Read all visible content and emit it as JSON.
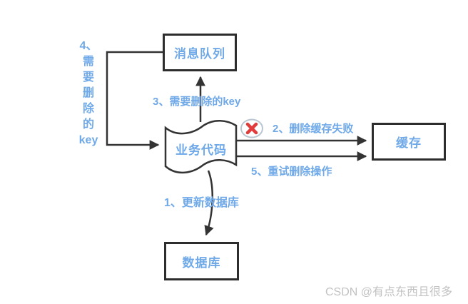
{
  "nodes": {
    "message_queue": {
      "label": "消息队列"
    },
    "business_code": {
      "label": "业务代码"
    },
    "cache": {
      "label": "缓存"
    },
    "database": {
      "label": "数据库"
    }
  },
  "labels": {
    "step1": {
      "label": "1、更新数据库"
    },
    "step2": {
      "label": "2、删除缓存失败"
    },
    "step3": {
      "label": "3、需要删除的key"
    },
    "step4_vertical": {
      "label": "4、\n需\n要\n删\n除\n的\nkey"
    },
    "step5": {
      "label": "5、重试删除操作"
    }
  },
  "icons": {
    "error": "red-cross-circle-icon"
  },
  "colors": {
    "label_blue": "#6fa9e8",
    "line_dark": "#333333",
    "box_border": "#2d2d2d",
    "error_red": "#e23b3b",
    "error_ring": "#b9c6d1",
    "watermark_gray": "#c2c2c2"
  },
  "watermark": {
    "text": "CSDN @有点东西且很多"
  }
}
